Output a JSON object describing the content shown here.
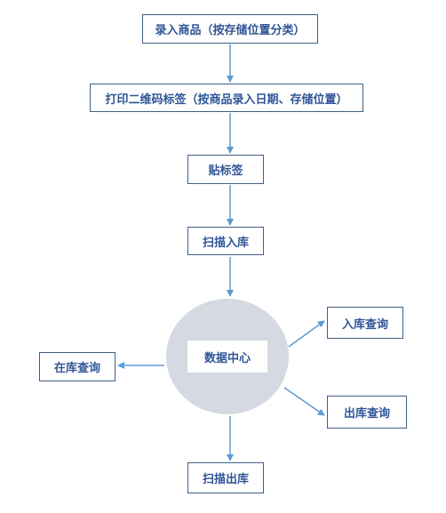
{
  "flow": {
    "step1": "录入商品（按存储位置分类）",
    "step2": "打印二维码标签（按商品录入日期、存储位置）",
    "step3": "贴标签",
    "step4": "扫描入库"
  },
  "hub": {
    "label": "数据中心"
  },
  "outputs": {
    "left": "在库查询",
    "upper_right": "入库查询",
    "lower_right": "出库查询",
    "bottom": "扫描出库"
  },
  "colors": {
    "arrow": "#5b9bd5",
    "box_border": "#3f5f86",
    "text": "#2f5597",
    "hub_fill": "#d4d9e2"
  }
}
